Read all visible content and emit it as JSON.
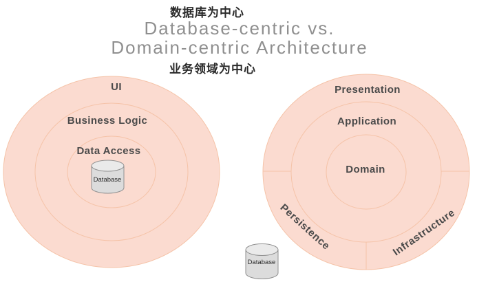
{
  "header": {
    "database_centric_cn": "数据库为中心",
    "title_line1": "Database-centric vs.",
    "title_line2": "Domain-centric Architecture",
    "domain_centric_cn": "业务领域为中心"
  },
  "left_diagram": {
    "layers": [
      "UI",
      "Business Logic",
      "Data Access"
    ],
    "database_label": "Database"
  },
  "right_diagram": {
    "layers": [
      "Presentation",
      "Application",
      "Domain"
    ],
    "outer_segments": [
      "Persistence",
      "Infrastructure"
    ],
    "database_label": "Database"
  },
  "colors": {
    "circle_fill": "#fbdbd0",
    "ring_stroke": "#f5c3a8",
    "layer_label_text": "#4a4a4a",
    "title_text": "#8f8f8f",
    "chinese_text": "#2b2b2b",
    "cylinder_body_fill": "#dcdcdc",
    "cylinder_top_fill": "#eaeaea",
    "cylinder_stroke": "#8f8f8f"
  }
}
